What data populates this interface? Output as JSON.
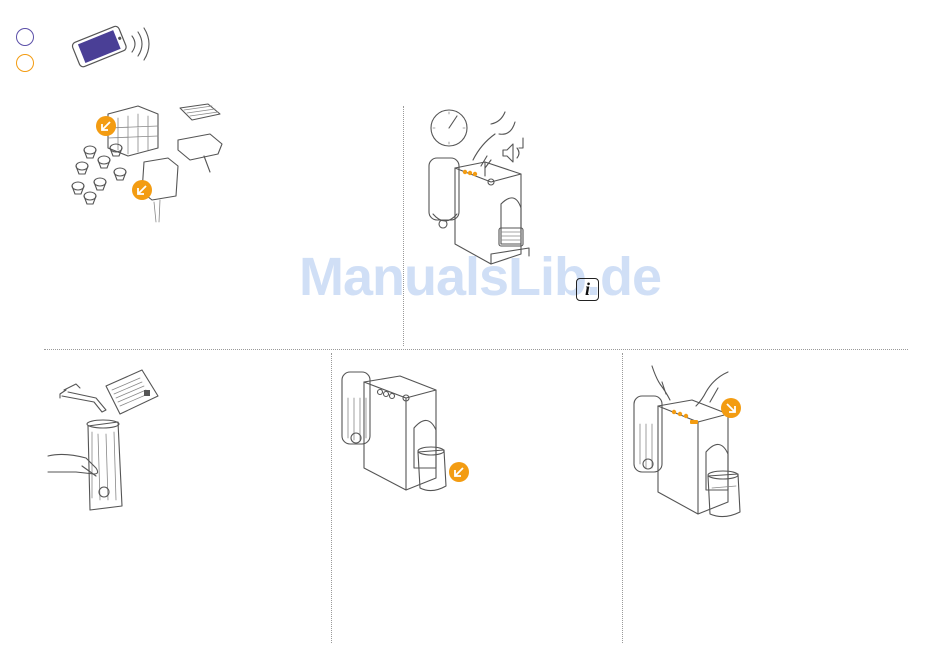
{
  "legend": {
    "circle_a_color": "#5b4fa8",
    "circle_b_color": "#f39c12",
    "device_icon": "smartphone-wireless-icon"
  },
  "watermark": {
    "text": "ManualsLib.de"
  },
  "info": {
    "icon": "info-icon",
    "label": "i"
  },
  "colors": {
    "accent": "#f39c12",
    "line": "#555555",
    "divider": "#9a9a9a",
    "phone_screen": "#4a3f96"
  },
  "panels": [
    {
      "name": "unboxing",
      "icon": "capsules-and-packaging-illustration"
    },
    {
      "name": "power-on",
      "icon": "machine-button-press-illustration"
    },
    {
      "name": "fill-tank",
      "icon": "water-tank-fill-illustration"
    },
    {
      "name": "place-cup",
      "icon": "machine-place-cup-illustration"
    },
    {
      "name": "rinse",
      "icon": "machine-rinse-illustration"
    }
  ]
}
